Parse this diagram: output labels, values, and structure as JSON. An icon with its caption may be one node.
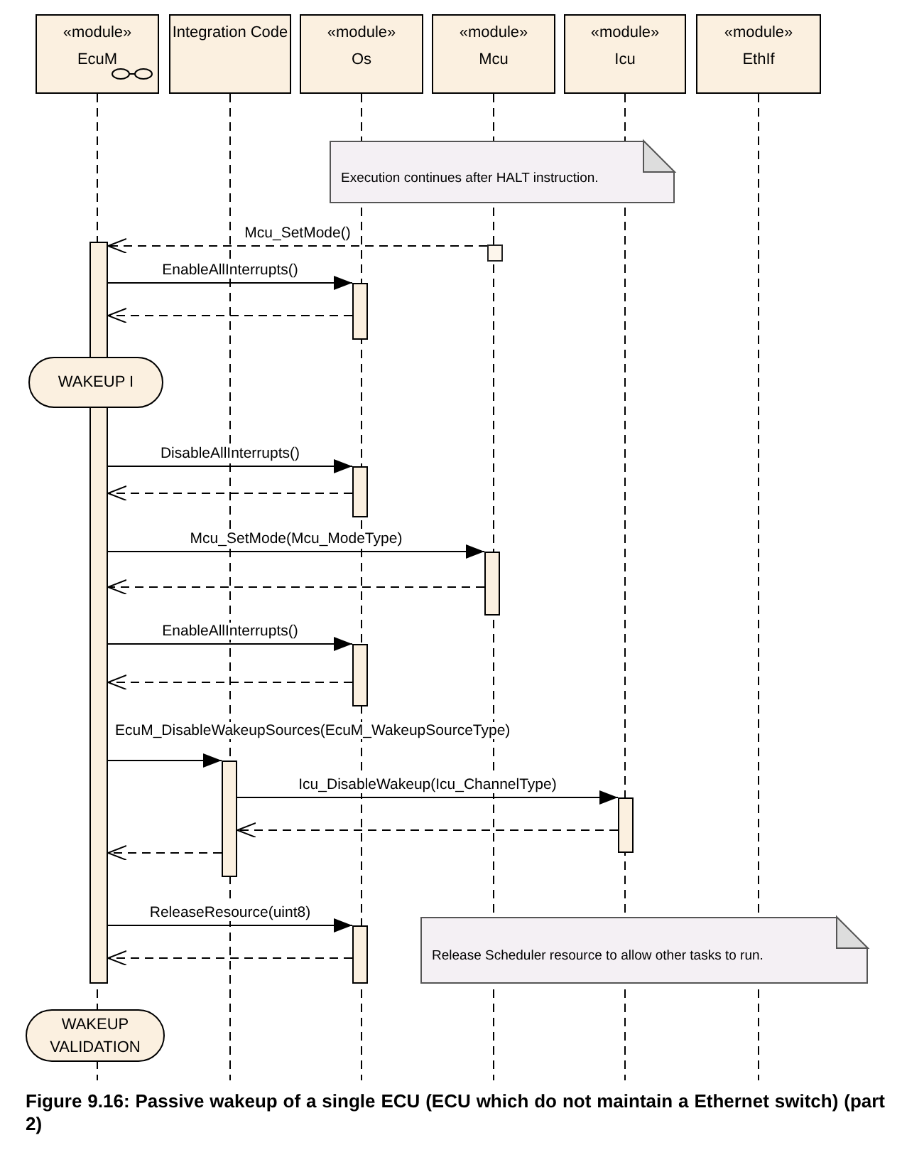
{
  "diagram": {
    "caption": "Figure 9.16: Passive wakeup of a single ECU (ECU which do not maintain a Ethernet switch) (part 2)",
    "nodes": [
      {
        "text": [
          "«module»",
          "EcuM"
        ]
      },
      {
        "text": [
          "Integration Code"
        ]
      },
      {
        "text": [
          "«module»",
          "Os"
        ]
      },
      {
        "text": [
          "«module»",
          "Mcu"
        ]
      },
      {
        "text": [
          "«module»",
          "Icu"
        ]
      },
      {
        "text": [
          "«module»",
          "EthIf"
        ]
      },
      {
        "text": [
          "Execution continues after HALT instruction."
        ]
      },
      {
        "text": [],
        "shape": "box"
      },
      {
        "text": [],
        "shape": "bar"
      },
      {
        "text": [],
        "shape": "bar"
      },
      {
        "text": [
          "WAKEUP I"
        ]
      },
      {
        "text": [],
        "shape": "bar"
      },
      {
        "text": [],
        "shape": "bar"
      },
      {
        "text": [],
        "shape": "bar"
      },
      {
        "text": [],
        "shape": "bar"
      },
      {
        "text": [],
        "shape": "bar"
      },
      {
        "text": [],
        "shape": "bar"
      },
      {
        "text": [
          "Release Scheduler resource to allow other tasks to run."
        ]
      },
      {
        "text": [
          "WAKEUP VALIDATION"
        ]
      }
    ],
    "edges": [
      {
        "from": 7,
        "to": 8,
        "arrow": "to",
        "label": "Mcu_SetMode()",
        "style": "dashed"
      },
      {
        "from": 8,
        "to": 9,
        "arrow": "to",
        "label": "EnableAllInterrupts()"
      },
      {
        "from": 9,
        "to": 8,
        "arrow": "to",
        "style": "dashed"
      },
      {
        "from": 8,
        "to": 11,
        "arrow": "to",
        "label": "DisableAllInterrupts()"
      },
      {
        "from": 11,
        "to": 8,
        "arrow": "to",
        "style": "dashed"
      },
      {
        "from": 8,
        "to": 12,
        "arrow": "to",
        "label": "Mcu_SetMode(Mcu_ModeType)"
      },
      {
        "from": 12,
        "to": 8,
        "arrow": "to",
        "style": "dashed"
      },
      {
        "from": 8,
        "to": 13,
        "arrow": "to",
        "label": "EnableAllInterrupts()"
      },
      {
        "from": 13,
        "to": 8,
        "arrow": "to",
        "style": "dashed"
      },
      {
        "from": 8,
        "to": 14,
        "arrow": "to",
        "label": "EcuM_DisableWakeupSources(EcuM_WakeupSourceType)"
      },
      {
        "from": 14,
        "to": 15,
        "arrow": "to",
        "label": "Icu_DisableWakeup(Icu_ChannelType)"
      },
      {
        "from": 15,
        "to": 14,
        "arrow": "to",
        "style": "dashed"
      },
      {
        "from": 14,
        "to": 8,
        "arrow": "to",
        "style": "dashed"
      },
      {
        "from": 8,
        "to": 16,
        "arrow": "to",
        "label": "ReleaseResource(uint8)"
      },
      {
        "from": 16,
        "to": 8,
        "arrow": "to",
        "style": "dashed"
      }
    ]
  }
}
